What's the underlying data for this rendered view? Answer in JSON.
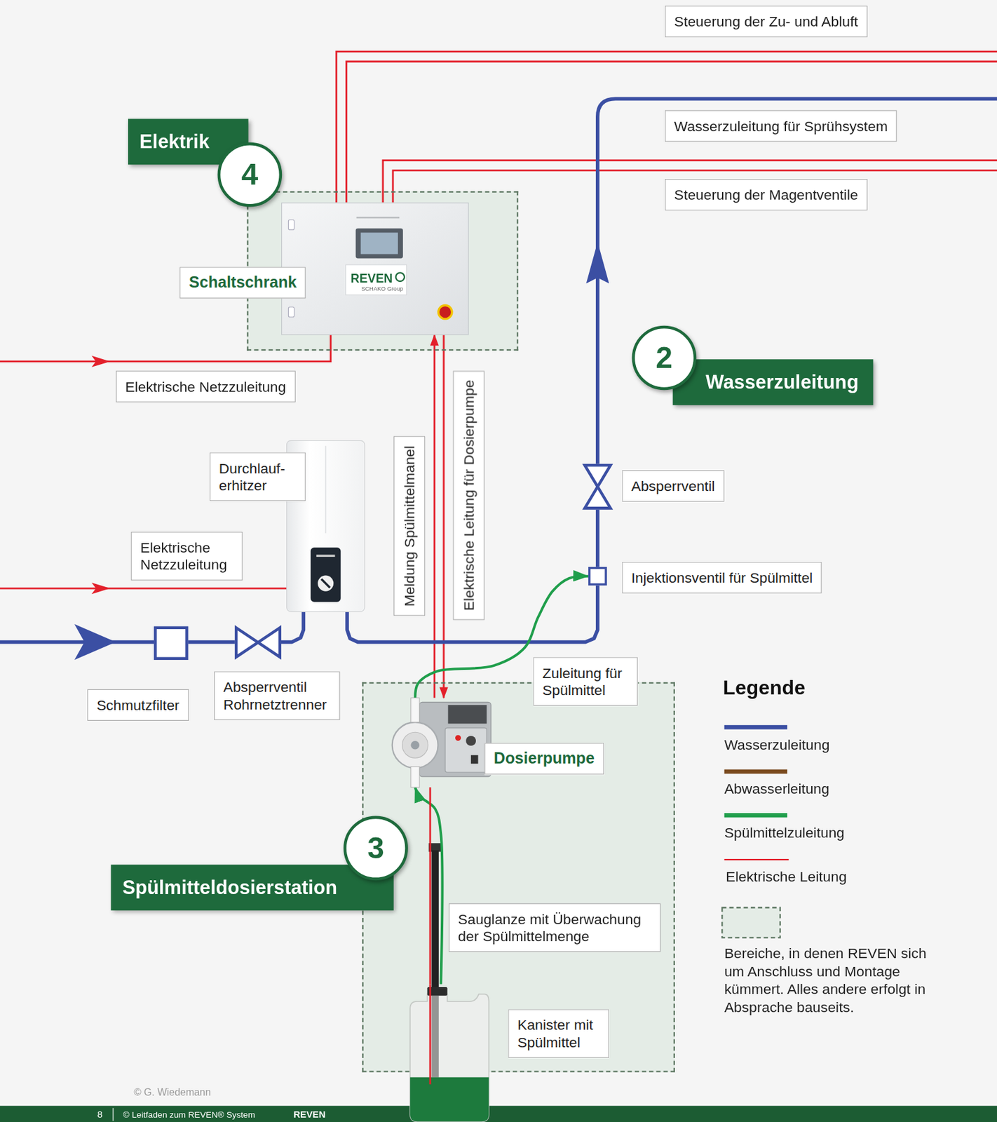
{
  "diagram": {
    "nodes": [
      {
        "text": [
          "Steuerung der Zu- und Abluft"
        ]
      },
      {
        "text": [
          "Wasserzuleitung für Sprühsystem"
        ]
      },
      {
        "text": [
          "Elektrik",
          "4"
        ]
      },
      {
        "text": [
          "Steuerung der Magentventile"
        ]
      },
      {
        "text": [
          "Schaltschrank"
        ],
        "in": 2
      },
      {
        "text": [
          "2",
          "Wasserzuleitung"
        ]
      },
      {
        "text": [
          "Elektrische Netzzuleitung"
        ]
      },
      {
        "text": [
          "Durchlauf- erhitzer"
        ]
      },
      {
        "text": [
          "Absperrventil"
        ]
      },
      {
        "text": [
          "Elektrische Netzzuleitung"
        ]
      },
      {
        "text": [
          "Injektionsventil für Spülmittel"
        ]
      },
      {
        "text": [
          "Schmutzfilter"
        ]
      },
      {
        "text": [
          "Absperrventil Rohrnetztrenner"
        ]
      },
      {
        "text": [
          "3",
          "Spülmitteldosierstation"
        ]
      },
      {
        "text": [
          "Dosierpumpe"
        ],
        "in": 13
      },
      {
        "text": [
          "Sauglanze mit Überwachung der Spülmittelmenge"
        ],
        "in": 13
      },
      {
        "text": [
          "Kanister mit Spülmittel"
        ],
        "in": 13
      }
    ],
    "edges": [
      {
        "from": 14,
        "to": 4,
        "arrow": "to",
        "label": "Meldung Spülmittelmanel"
      },
      {
        "from": 4,
        "to": 14,
        "arrow": "to",
        "label": "Elektrische Leitung für Dosierpumpe"
      },
      {
        "from": 11,
        "to": 12,
        "arrow": "none"
      },
      {
        "from": 12,
        "to": 7,
        "arrow": "none"
      },
      {
        "from": 7,
        "to": 10,
        "arrow": "none"
      },
      {
        "from": 10,
        "to": 8,
        "arrow": "none"
      },
      {
        "from": 14,
        "to": 10,
        "arrow": "to",
        "label": "Zuleitung für Spülmittel"
      },
      {
        "from": 16,
        "to": 14,
        "arrow": "to"
      },
      {
        "from": 16,
        "to": 14,
        "arrow": "none"
      }
    ],
    "labels": [
      "REVEN",
      "SCHAKO Group",
      "Legende",
      "© G. Wiedemann",
      "8",
      "© Leitfaden zum REVEN® System",
      "REVEN"
    ],
    "legend": [
      {
        "text": "Wasserzuleitung"
      },
      {
        "text": "Abwasserleitung"
      },
      {
        "text": "Spülmittelzuleitung"
      },
      {
        "text": "Elektrische Leitung"
      },
      {
        "text": "Bereiche, in denen REVEN sich um Anschluss und Montage kümmert. Alles andere erfolgt in Absprache bauseits."
      }
    ]
  }
}
